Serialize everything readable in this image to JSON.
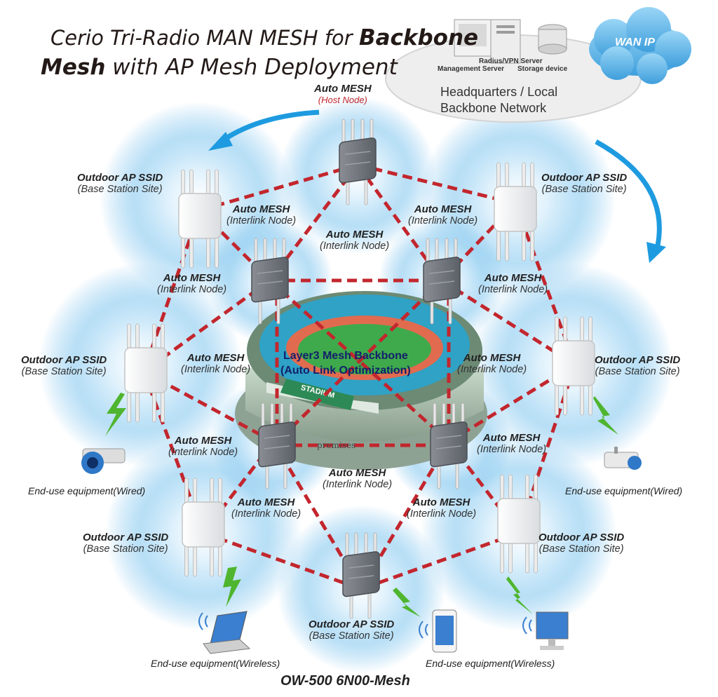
{
  "title": {
    "line1_a": "Cerio Tri-Radio MAN MESH for ",
    "line1_b": "Backbone",
    "line2_a": "Mesh",
    "line2_b": " with AP Mesh Deployment"
  },
  "headquarters": {
    "line1": "Headquarters / Local",
    "line2": "Backbone Network",
    "servers": {
      "radius": "Radius/VPN Server",
      "management": "Management Server",
      "storage": "Storage device"
    },
    "wan": "WAN IP"
  },
  "host_node": {
    "label": "Auto MESH",
    "role": "(Host Node)"
  },
  "interlink": {
    "label": "Auto MESH",
    "role_a": "(Interlink",
    "role_b": " Node)"
  },
  "outdoor_ap": {
    "label": "Outdoor AP SSID",
    "role": "(Base Station Site)"
  },
  "stadium": {
    "line1": "Layer3 Mesh Backbone",
    "line2": "(Auto Link Optimization)",
    "sign": "STADIUM",
    "premises": "premises"
  },
  "end_use": {
    "wired": "End-use equipment(Wired)",
    "wireless": "End-use equipment(Wireless)"
  },
  "footer": "OW-500 6N00-Mesh",
  "colors": {
    "mesh_line": "#c3262d",
    "glow": "#7ec3ee",
    "arrow": "#1e9be0",
    "bolt": "#4fb52f",
    "title": "#231a17",
    "stadium_text": "#13206b"
  }
}
